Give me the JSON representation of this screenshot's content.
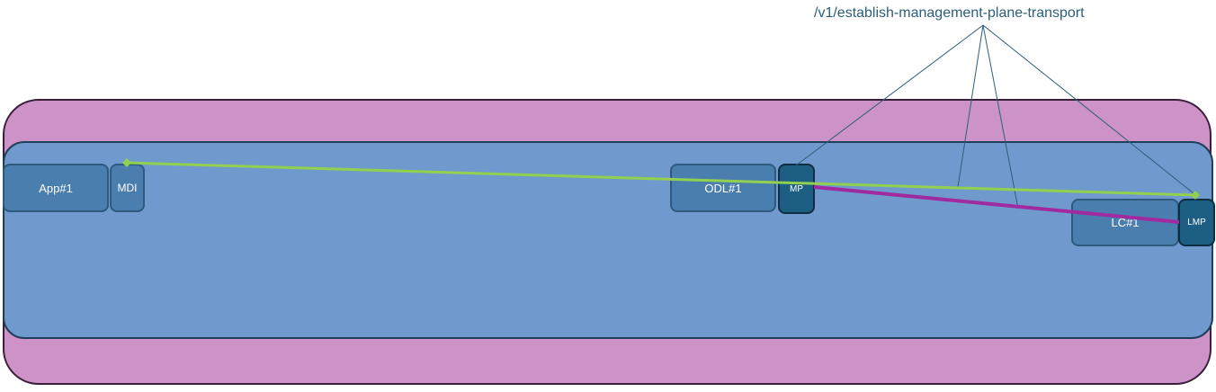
{
  "callout": {
    "label": "/v1/establish-management-plane-transport"
  },
  "nodes": {
    "app": "App#1",
    "mdi": "MDI",
    "odl": "ODL#1",
    "mp": "MP",
    "lc": "LC#1",
    "lmp": "LMP"
  },
  "colors": {
    "outer_fill": "#cd93c6",
    "inner_fill": "#7099cd",
    "box_fill": "#4a7eaf",
    "dark_box_fill": "#1d5f82",
    "green_link": "#92d050",
    "purple_link": "#a12aa0",
    "callout_line": "#2b5f7a"
  }
}
